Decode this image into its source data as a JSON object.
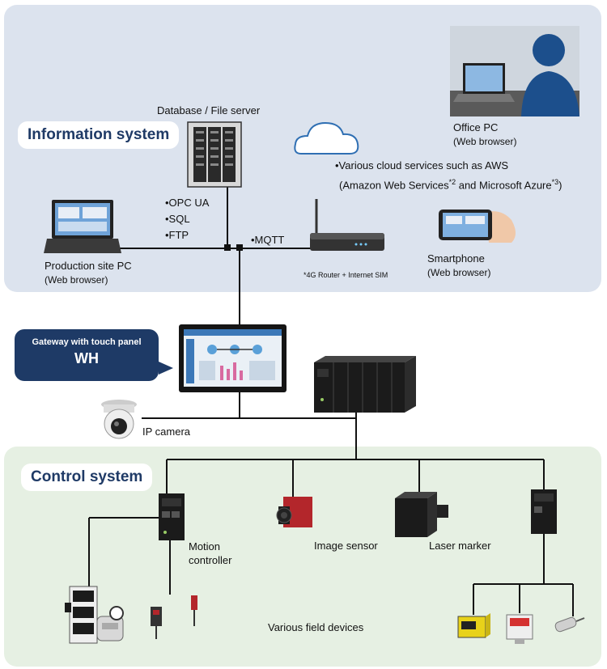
{
  "sections": {
    "information_title": "Information system",
    "control_title": "Control system"
  },
  "information": {
    "database_label": "Database / File server",
    "protocols": [
      "•OPC UA",
      "•SQL",
      "•FTP"
    ],
    "mqtt_label": "•MQTT",
    "cloud_line1": "•Various cloud services such as AWS",
    "cloud_line2_a": "(Amazon Web Services",
    "cloud_line2_sup1": "*2",
    "cloud_line2_b": " and Microsoft Azure",
    "cloud_line2_sup2": "*3",
    "cloud_line2_c": ")",
    "office_pc": "Office PC",
    "office_pc_sub": "(Web browser)",
    "production_pc": "Production site PC",
    "production_pc_sub": "(Web browser)",
    "router_label": "*4G Router + Internet SIM",
    "smartphone": "Smartphone",
    "smartphone_sub": "(Web browser)"
  },
  "gateway": {
    "line1": "Gateway with touch panel",
    "line2": "WH"
  },
  "ip_camera": "IP camera",
  "control": {
    "motion_controller_l1": "Motion",
    "motion_controller_l2": "controller",
    "image_sensor": "Image sensor",
    "laser_marker": "Laser marker",
    "field_devices": "Various field devices"
  },
  "colors": {
    "info_bg": "#dce3ee",
    "control_bg": "#e6f0e3",
    "title_text": "#1f3a66",
    "callout_bg": "#1e3a66"
  }
}
